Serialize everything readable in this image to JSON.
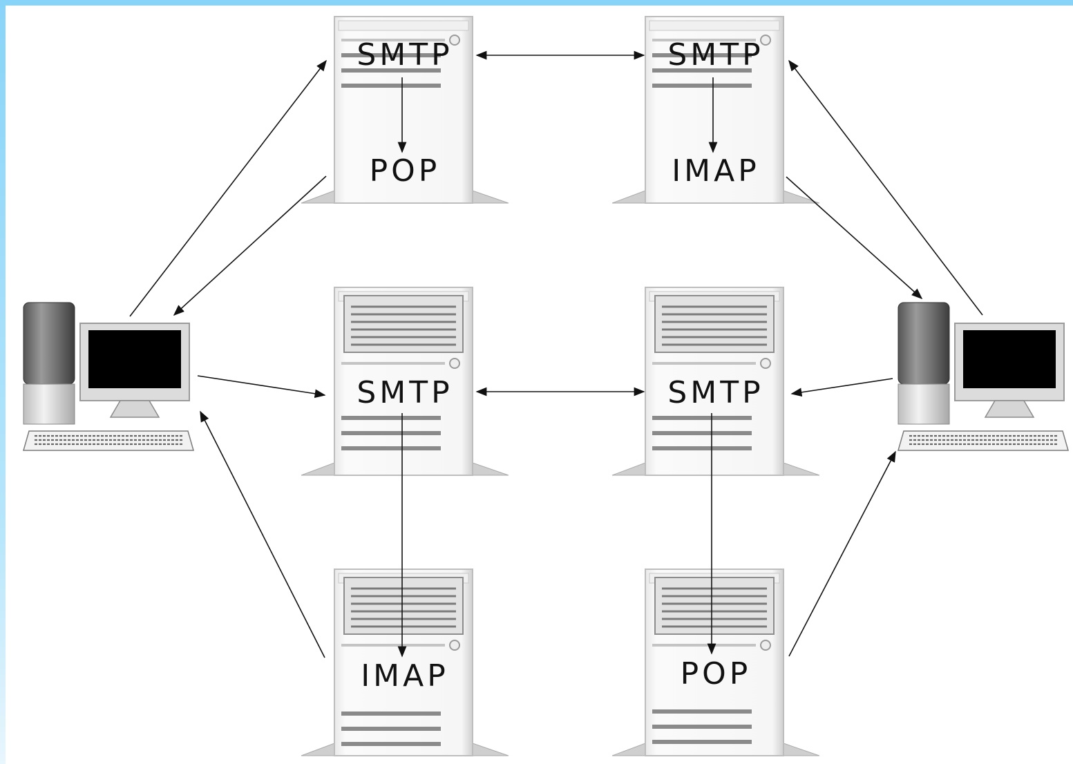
{
  "colors": {
    "frame": "#88d4f8",
    "server_body": "#f3f3f3",
    "server_stripe": "#8a8a8a",
    "arrow": "#111111",
    "screen": "#000000"
  },
  "servers": [
    {
      "id": "srv-left-top",
      "labels": [
        "SMTP",
        "POP"
      ]
    },
    {
      "id": "srv-right-top",
      "labels": [
        "SMTP",
        "IMAP"
      ]
    },
    {
      "id": "srv-left-middle",
      "labels": [
        "SMTP"
      ]
    },
    {
      "id": "srv-right-middle",
      "labels": [
        "SMTP"
      ]
    },
    {
      "id": "srv-left-bottom",
      "labels": [
        "IMAP"
      ]
    },
    {
      "id": "srv-right-bottom",
      "labels": [
        "POP"
      ]
    }
  ],
  "clients": [
    {
      "id": "client-left",
      "icon": "desktop-computer-icon"
    },
    {
      "id": "client-right",
      "icon": "desktop-computer-icon"
    }
  ]
}
